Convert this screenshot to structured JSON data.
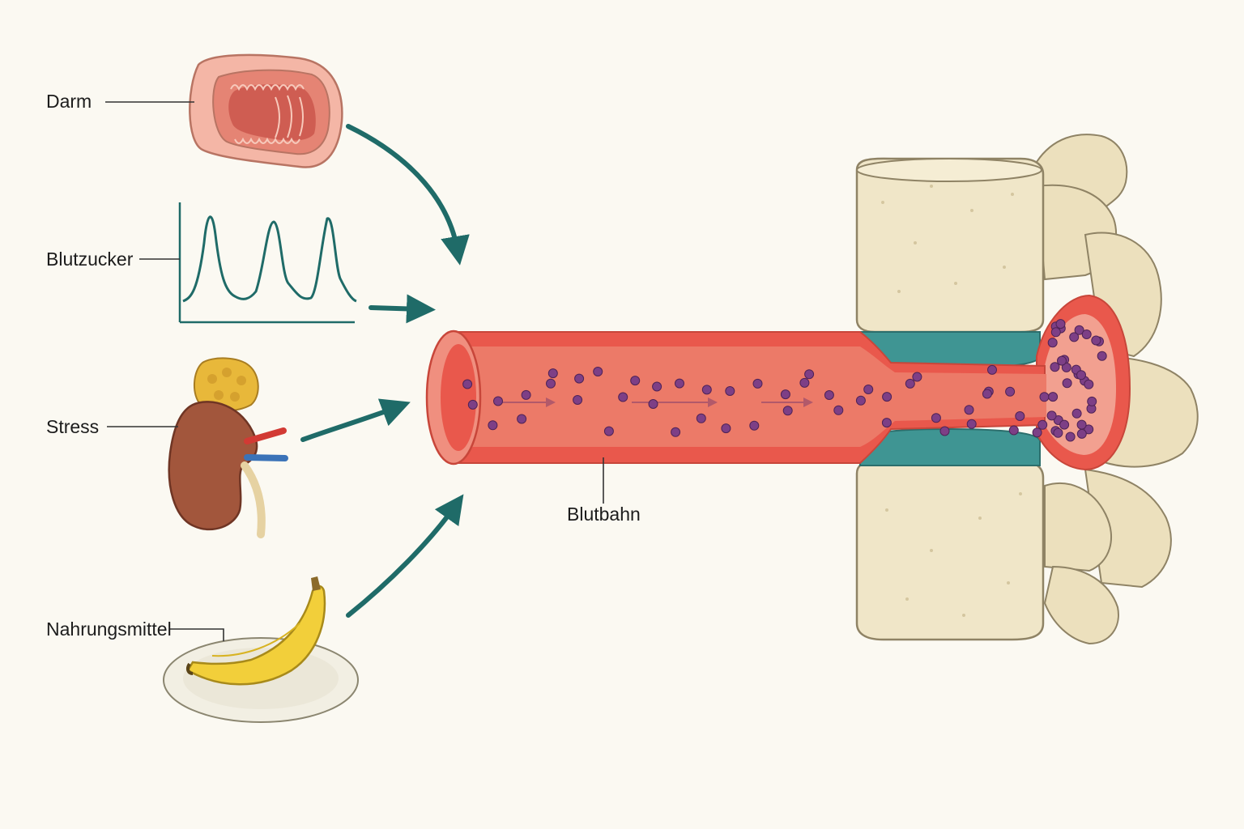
{
  "labels": {
    "darm": "Darm",
    "blutzucker": "Blutzucker",
    "stress": "Stress",
    "nahrungsmittel": "Nahrungsmittel",
    "blutbahn": "Blutbahn"
  },
  "colors": {
    "background": "#fbf9f2",
    "arrow": "#1f6b68",
    "vessel": "#e9584c",
    "vessel_inner": "#ec8a78",
    "particle": "#7d3f86",
    "bone": "#efe5c6",
    "disc": "#3f9593",
    "banana": "#f2cf3a",
    "kidney": "#a2563c",
    "adrenal": "#e8b83a"
  },
  "icons": [
    "intestine-icon",
    "glucose-curve-icon",
    "kidney-adrenal-icon",
    "banana-plate-icon",
    "blood-vessel-icon",
    "vertebrae-icon"
  ]
}
